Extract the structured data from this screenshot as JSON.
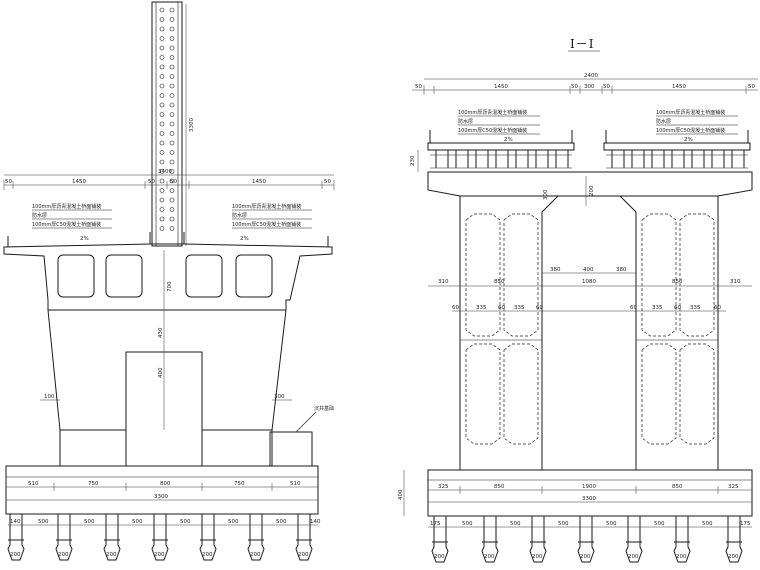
{
  "section_title": "I－I",
  "left": {
    "tower_height": "3300",
    "deck_width": "3400",
    "dims_top": [
      "50",
      "1450",
      "50",
      "50",
      "1450",
      "50"
    ],
    "deck_notes_left": [
      "100mm厚沥青混凝土桥面铺装",
      "防水层",
      "100mm厚C50混凝土桥面铺装"
    ],
    "deck_notes_right": [
      "100mm厚沥青混凝土桥面铺装",
      "防水层",
      "100mm厚C50混凝土桥面铺装"
    ],
    "slope_left": "2%",
    "slope_right": "2%",
    "pier_dims": [
      "700",
      "430",
      "400"
    ],
    "side_dims": [
      "100",
      "300"
    ],
    "label_box": "沉井基础",
    "cap_dims": [
      "510",
      "750",
      "800",
      "750",
      "510"
    ],
    "cap_total": "3300",
    "pile_spacing": [
      "140",
      "500",
      "500",
      "500",
      "500",
      "500",
      "500",
      "140"
    ],
    "pile_diam": [
      "200",
      "200",
      "200",
      "200",
      "200",
      "200",
      "200"
    ]
  },
  "right": {
    "total_width": "2400",
    "dims_top": [
      "50",
      "1450",
      "50",
      "300",
      "50",
      "1450",
      "50"
    ],
    "deck_notes_left": [
      "100mm厚沥青混凝土桥面铺装",
      "防水层",
      "100mm厚C50混凝土桥面铺装"
    ],
    "deck_notes_right": [
      "100mm厚沥青混凝土桥面铺装",
      "防水层",
      "100mm厚C50混凝土桥面铺装"
    ],
    "slope_left": "2%",
    "slope_right": "2%",
    "deck_height": "230",
    "arch_dims": [
      "300",
      "200"
    ],
    "mid_dims": [
      "380",
      "400",
      "380"
    ],
    "row_dims": [
      "310",
      "850",
      "1080",
      "850",
      "310"
    ],
    "cell_dims": [
      "60",
      "335",
      "60",
      "335",
      "60",
      "60",
      "335",
      "60",
      "335",
      "60"
    ],
    "cap_dims": [
      "325",
      "850",
      "1900",
      "850",
      "325"
    ],
    "cap_total": "3300",
    "cap_height": "400",
    "pile_spacing": [
      "175",
      "500",
      "500",
      "500",
      "500",
      "500",
      "500",
      "175"
    ],
    "pile_diam": [
      "200",
      "200",
      "200",
      "200",
      "200",
      "200",
      "200"
    ]
  }
}
